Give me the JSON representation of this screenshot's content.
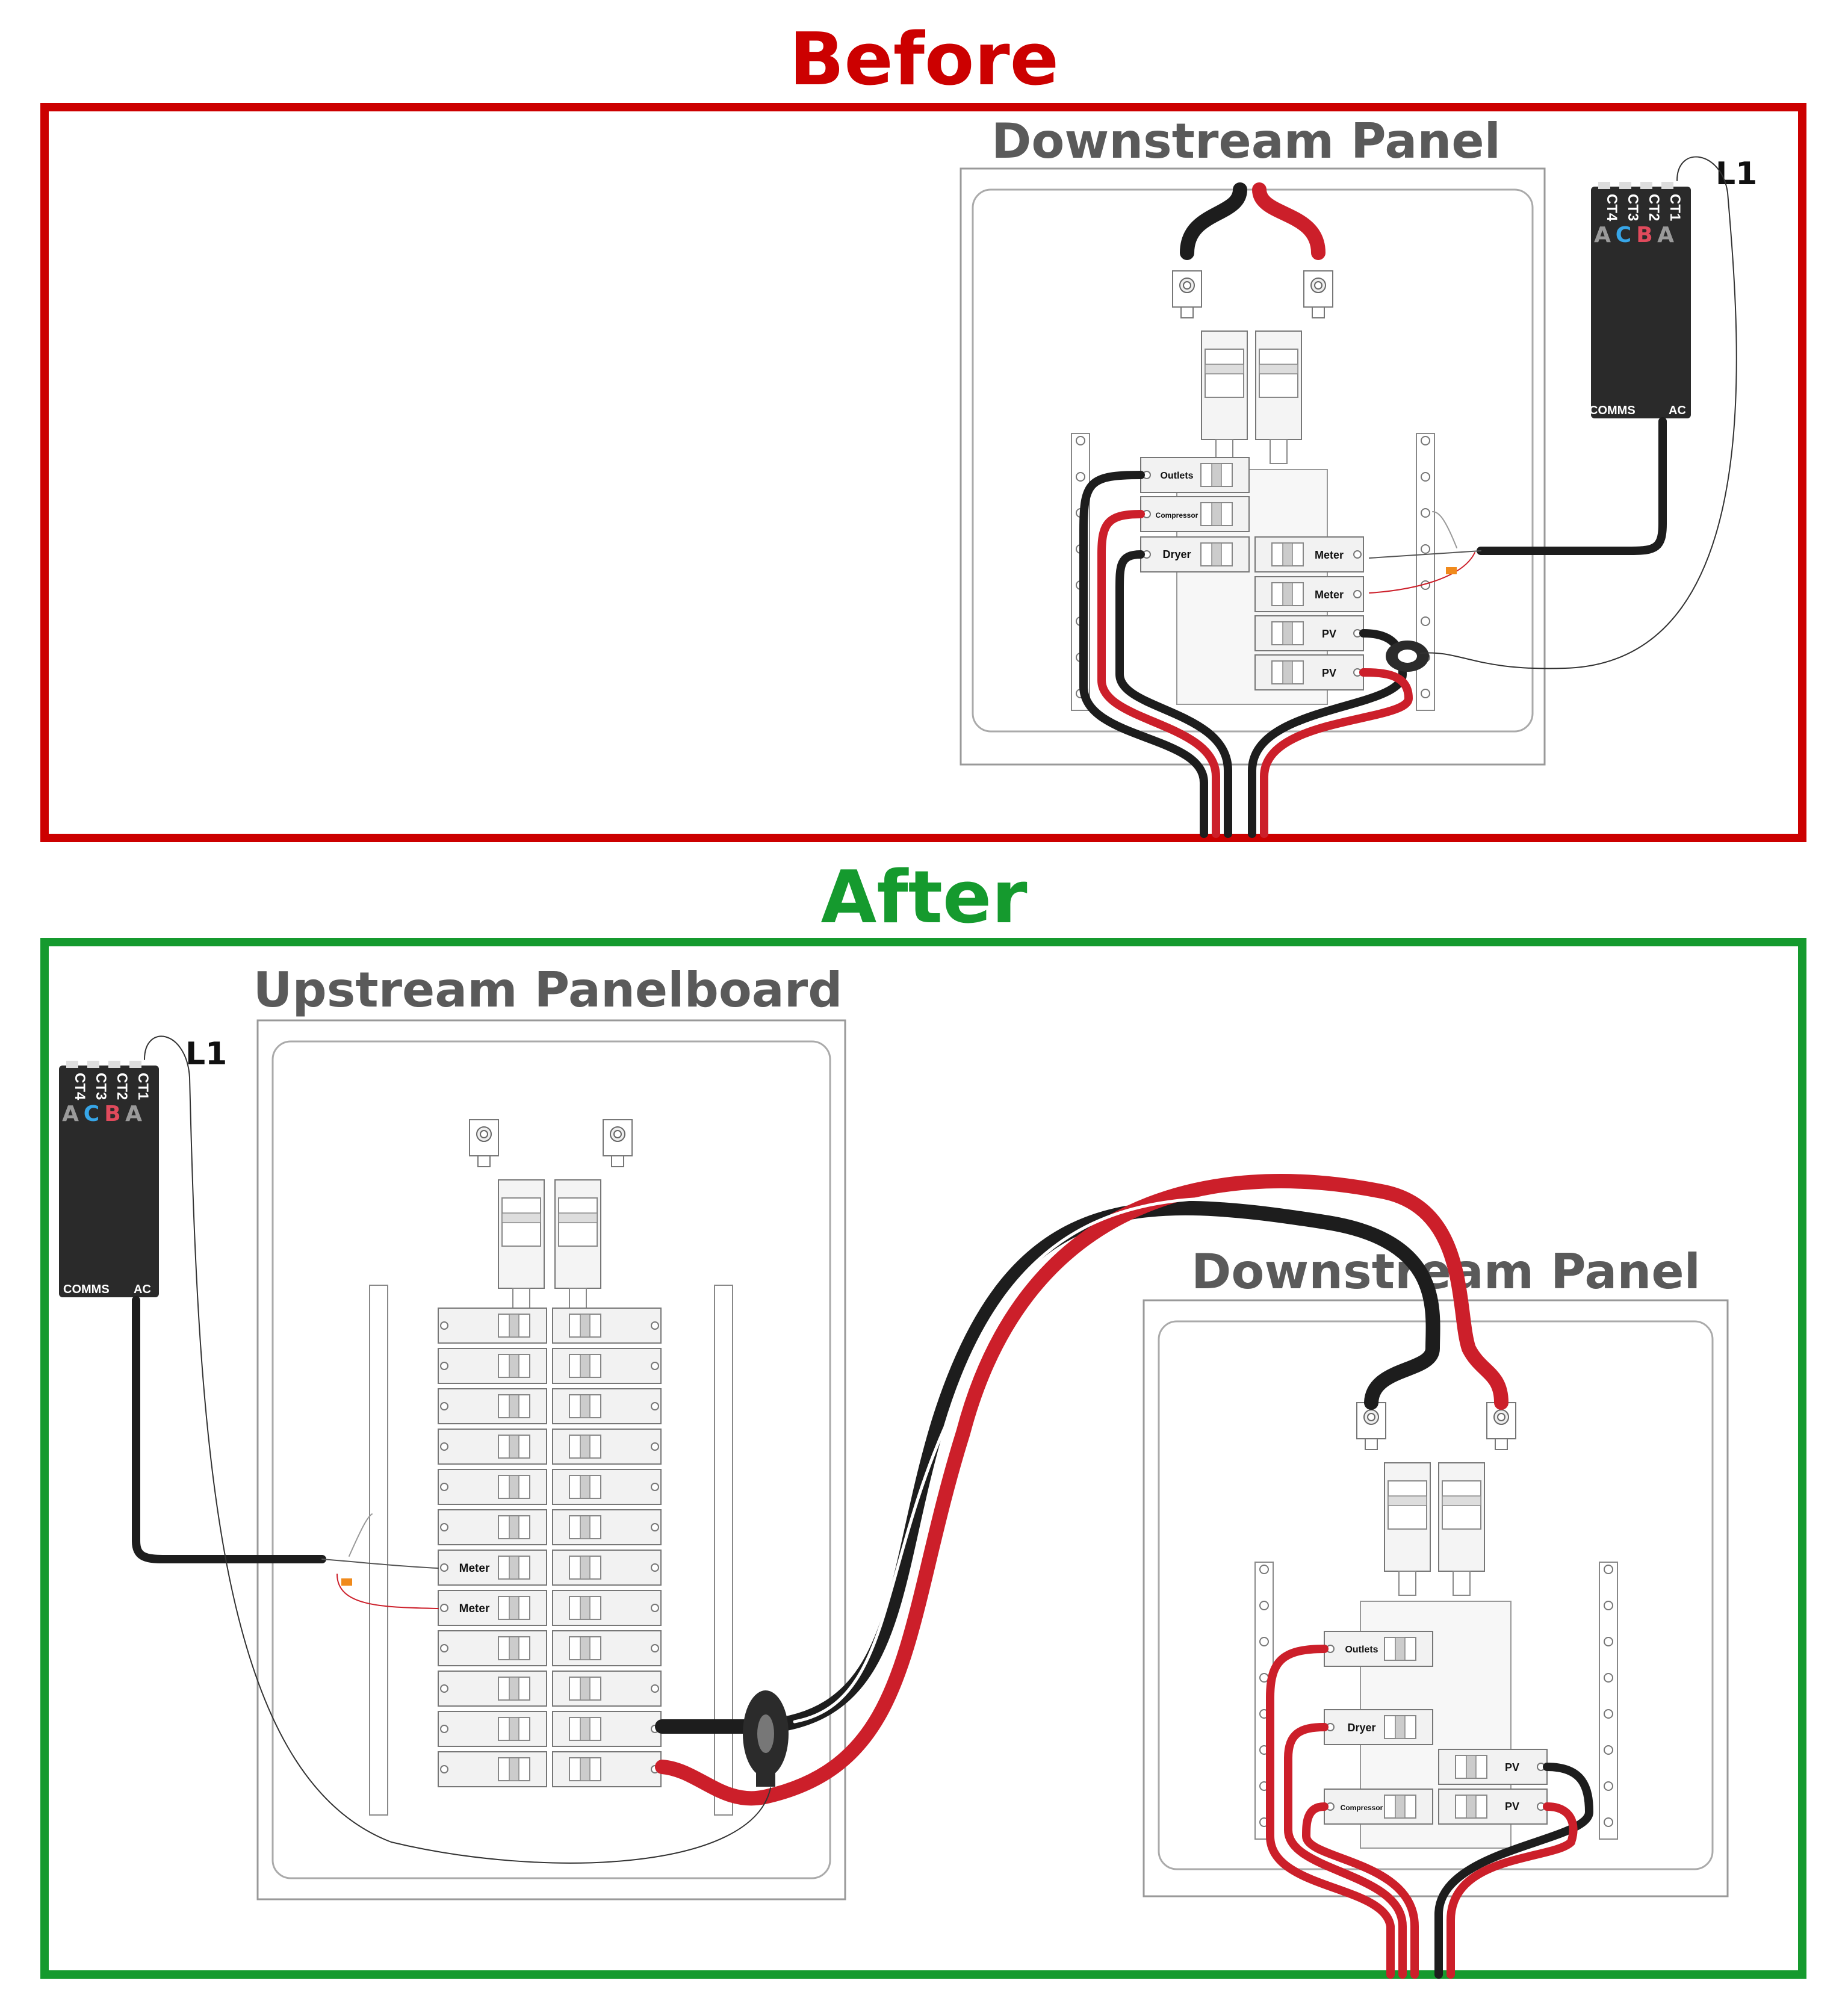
{
  "colors": {
    "before": "#cc0000",
    "after": "#159a2e",
    "hot_red": "#cc1f2a",
    "hot_black": "#1d1d1d",
    "phase_a": "#9a9a9a",
    "phase_b": "#e04a5c",
    "phase_c": "#37a6e8"
  },
  "before": {
    "title": "Before",
    "panel": {
      "title": "Downstream Panel",
      "breakers": [
        "Outlets",
        "Compressor",
        "Dryer",
        "Meter",
        "Meter",
        "PV",
        "PV"
      ]
    },
    "monitor": {
      "ct_labels": [
        "CT4",
        "CT3",
        "CT2",
        "CT1"
      ],
      "phases": [
        "A",
        "C",
        "B",
        "A"
      ],
      "comms": "COMMS",
      "ac": "AC",
      "lead": "L1"
    }
  },
  "after": {
    "title": "After",
    "upstream": {
      "title": "Upstream Panelboard",
      "breakers": [
        "Meter",
        "Meter"
      ]
    },
    "downstream": {
      "title": "Downstream Panel",
      "breakers": [
        "Outlets",
        "Dryer",
        "PV",
        "Compressor",
        "PV"
      ]
    },
    "monitor": {
      "ct_labels": [
        "CT4",
        "CT3",
        "CT2",
        "CT1"
      ],
      "phases": [
        "A",
        "C",
        "B",
        "A"
      ],
      "comms": "COMMS",
      "ac": "AC",
      "lead": "L1"
    }
  }
}
